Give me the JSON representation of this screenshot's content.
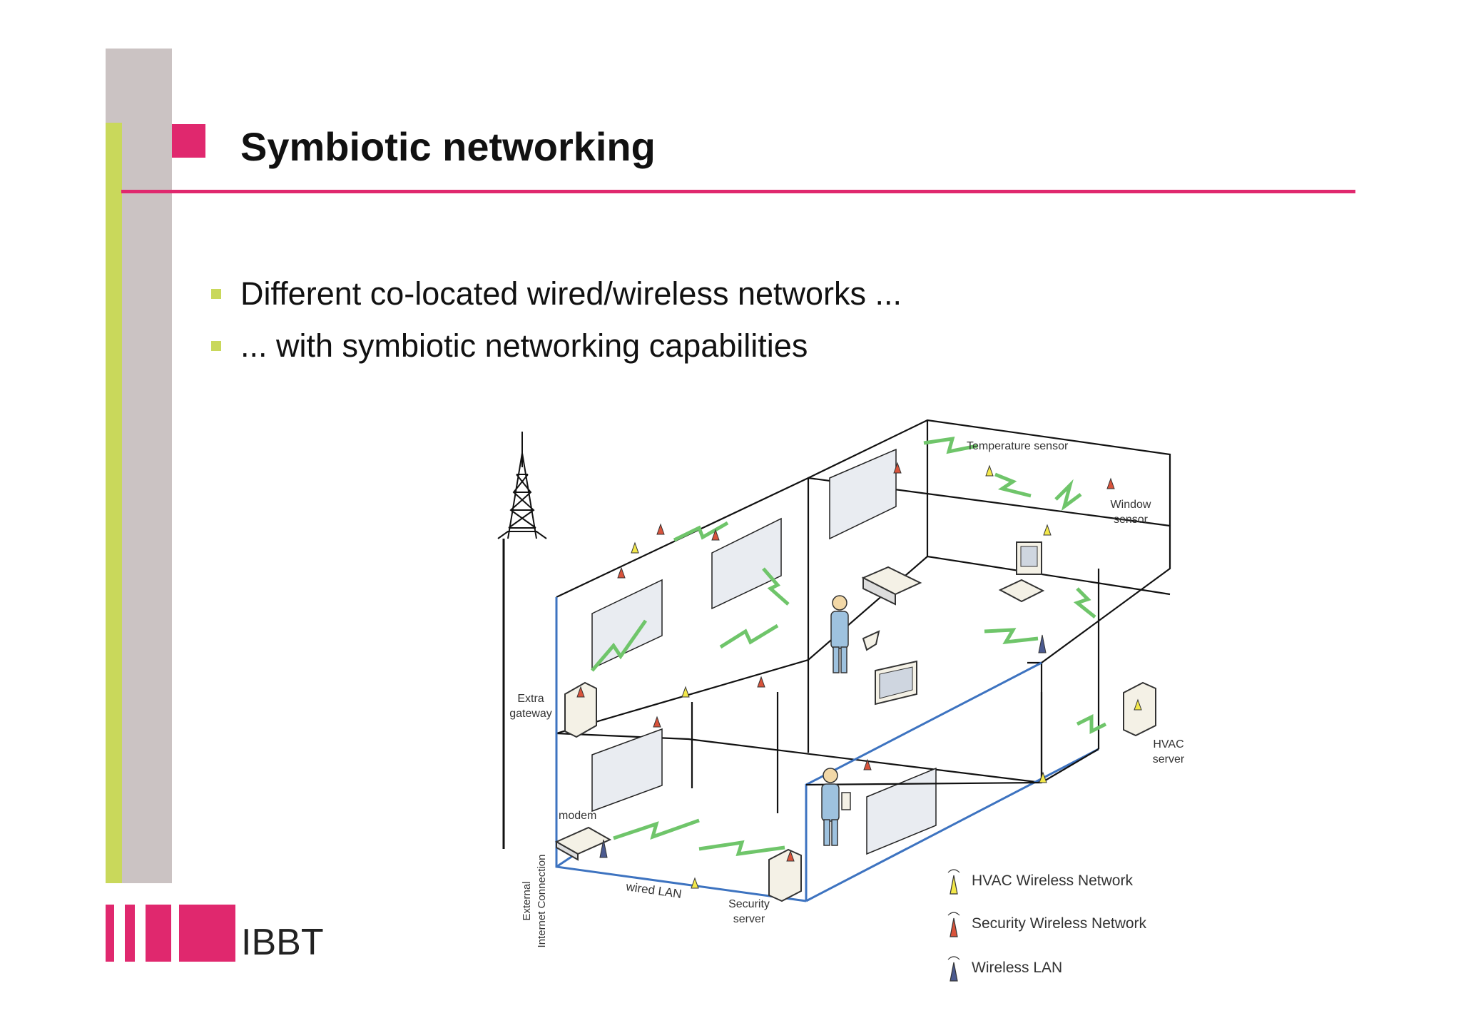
{
  "slide": {
    "title": "Symbiotic networking",
    "bullets": [
      "Different co-located wired/wireless networks ...",
      "... with symbiotic networking capabilities"
    ]
  },
  "diagram": {
    "labels": {
      "temperature_sensor": "Temperature sensor",
      "window_sensor": [
        "Window",
        "sensor"
      ],
      "extra_gateway": [
        "Extra",
        "gateway"
      ],
      "hvac_server": [
        "HVAC",
        "server"
      ],
      "modem": "modem",
      "external_connection": [
        "External",
        "Internet Connection"
      ],
      "wired_lan": "wired LAN",
      "security_server": [
        "Security",
        "server"
      ]
    },
    "legend": [
      {
        "label": "HVAC Wireless Network",
        "color": "#f3e84a"
      },
      {
        "label": "Security Wireless Network",
        "color": "#d9533b"
      },
      {
        "label": "Wireless LAN",
        "color": "#4b5a8f"
      }
    ],
    "colors": {
      "structure": "#111111",
      "wired": "#3d73c0",
      "wireless_link": "#6fc56a",
      "window": "#e9ecf1",
      "hvac": "#f3e84a",
      "security": "#d9533b",
      "wlan": "#4b5a8f"
    }
  },
  "logo": {
    "text": "IBBT",
    "color": "#e0286e"
  }
}
